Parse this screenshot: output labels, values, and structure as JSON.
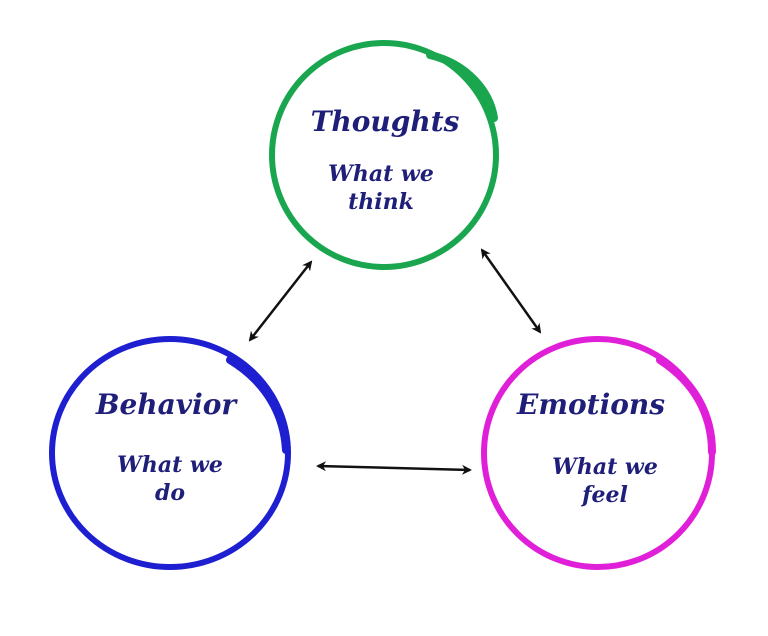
{
  "nodes": {
    "thoughts": {
      "title": "Thoughts",
      "line1": "What we",
      "line2": "think",
      "color": "#1aa64f"
    },
    "behavior": {
      "title": "Behavior",
      "line1": "What we",
      "line2": "do",
      "color": "#1d1fd0"
    },
    "emotions": {
      "title": "Emotions",
      "line1": "What we",
      "line2": "feel",
      "color": "#e020d8"
    }
  },
  "arrow_color": "#111111",
  "text_color": "#1f1f7a"
}
